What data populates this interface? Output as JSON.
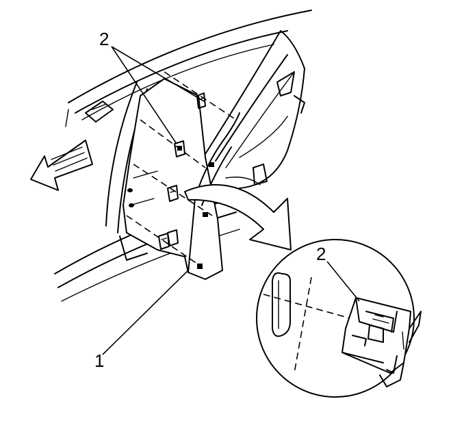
{
  "callouts": {
    "top_left": "2",
    "detail": "2",
    "bottom": "1"
  },
  "colors": {
    "line": "#000000",
    "background": "#ffffff"
  }
}
